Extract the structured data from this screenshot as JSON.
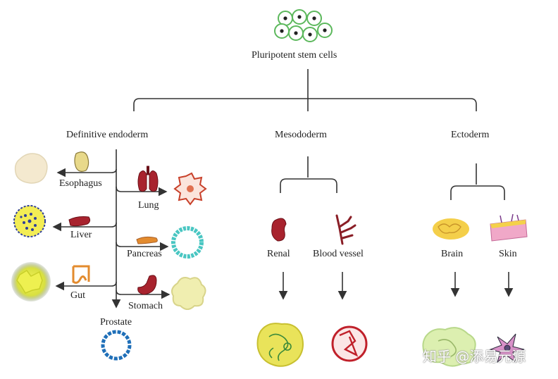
{
  "root": {
    "label": "Pluripotent stem cells"
  },
  "germ_layers": {
    "endoderm": "Definitive endoderm",
    "mesoderm": "Mesododerm",
    "ectoderm": "Ectoderm"
  },
  "endoderm_derivatives": {
    "esophagus": "Esophagus",
    "lung": "Lung",
    "liver": "Liver",
    "pancreas": "Pancreas",
    "gut": "Gut",
    "stomach": "Stomach",
    "prostate": "Prostate"
  },
  "mesoderm_derivatives": {
    "renal": "Renal",
    "blood_vessel": "Blood vessel"
  },
  "ectoderm_derivatives": {
    "brain": "Brain",
    "skin": "Skin"
  },
  "watermark": "知乎 @添易元源",
  "colors": {
    "line": "#333333",
    "stem_cell": "#5cb85c",
    "organ_red": "#a8232e",
    "organ_orange": "#e38b2e",
    "liver_blue": "#2f3f9a",
    "pancreas_cyan": "#49c6c2",
    "yellow_cell": "#e6e03a"
  }
}
